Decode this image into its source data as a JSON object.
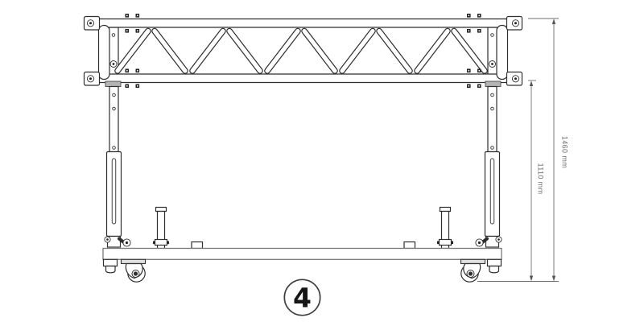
{
  "drawing": {
    "subject": "truss-transport-dolly-side-elevation",
    "callout": {
      "number": "4"
    },
    "dimensions": {
      "overall_height": {
        "label": "1460 mm"
      },
      "frame_height": {
        "label": "1110 mm"
      }
    },
    "colors": {
      "line": "#2f2f2f",
      "dimension": "#6e6e6e",
      "connector_fill": "#b3b3b3",
      "background": "#ffffff"
    }
  }
}
